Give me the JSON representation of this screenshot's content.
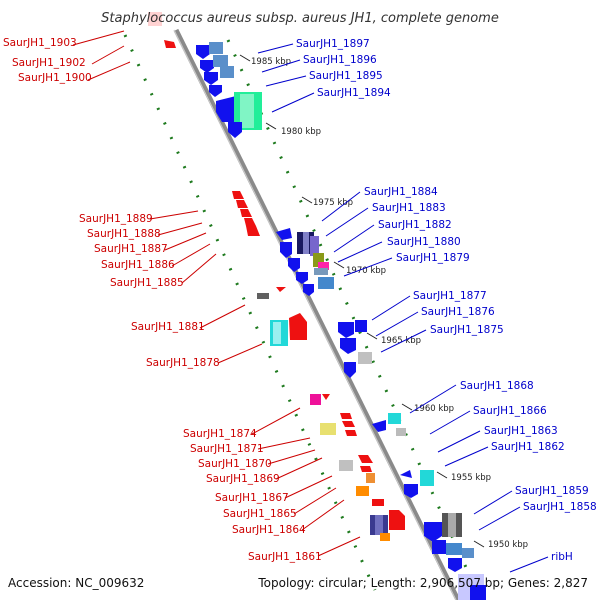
{
  "title": "Staphylococcus aureus subsp. aureus JH1, complete genome",
  "footer": {
    "accession": "Accession: NC_009632",
    "topology": "Topology: circular; Length: 2,906,507 bp; Genes: 2,827"
  },
  "colors": {
    "backbone": "#8a8a8a",
    "dotted_track": "#1e7a1e",
    "label_left": "#cc0000",
    "label_right": "#0000cc"
  },
  "scale": [
    "1985 kbp",
    "1980 kbp",
    "1975 kbp",
    "1970 kbp",
    "1965 kbp",
    "1960 kbp",
    "1955 kbp",
    "1950 kbp"
  ],
  "labels_left": [
    "SaurJH1_1903",
    "SaurJH1_1902",
    "SaurJH1_1900",
    "SaurJH1_1889",
    "SaurJH1_1888",
    "SaurJH1_1887",
    "SaurJH1_1886",
    "SaurJH1_1885",
    "SaurJH1_1881",
    "SaurJH1_1878",
    "SaurJH1_1874",
    "SaurJH1_1871",
    "SaurJH1_1870",
    "SaurJH1_1869",
    "SaurJH1_1867",
    "SaurJH1_1865",
    "SaurJH1_1864",
    "SaurJH1_1861"
  ],
  "labels_right": [
    "SaurJH1_1897",
    "SaurJH1_1896",
    "SaurJH1_1895",
    "SaurJH1_1894",
    "SaurJH1_1884",
    "SaurJH1_1883",
    "SaurJH1_1882",
    "SaurJH1_1880",
    "SaurJH1_1879",
    "SaurJH1_1877",
    "SaurJH1_1876",
    "SaurJH1_1875",
    "SaurJH1_1868",
    "SaurJH1_1866",
    "SaurJH1_1863",
    "SaurJH1_1862",
    "SaurJH1_1859",
    "SaurJH1_1858",
    "ribH"
  ]
}
